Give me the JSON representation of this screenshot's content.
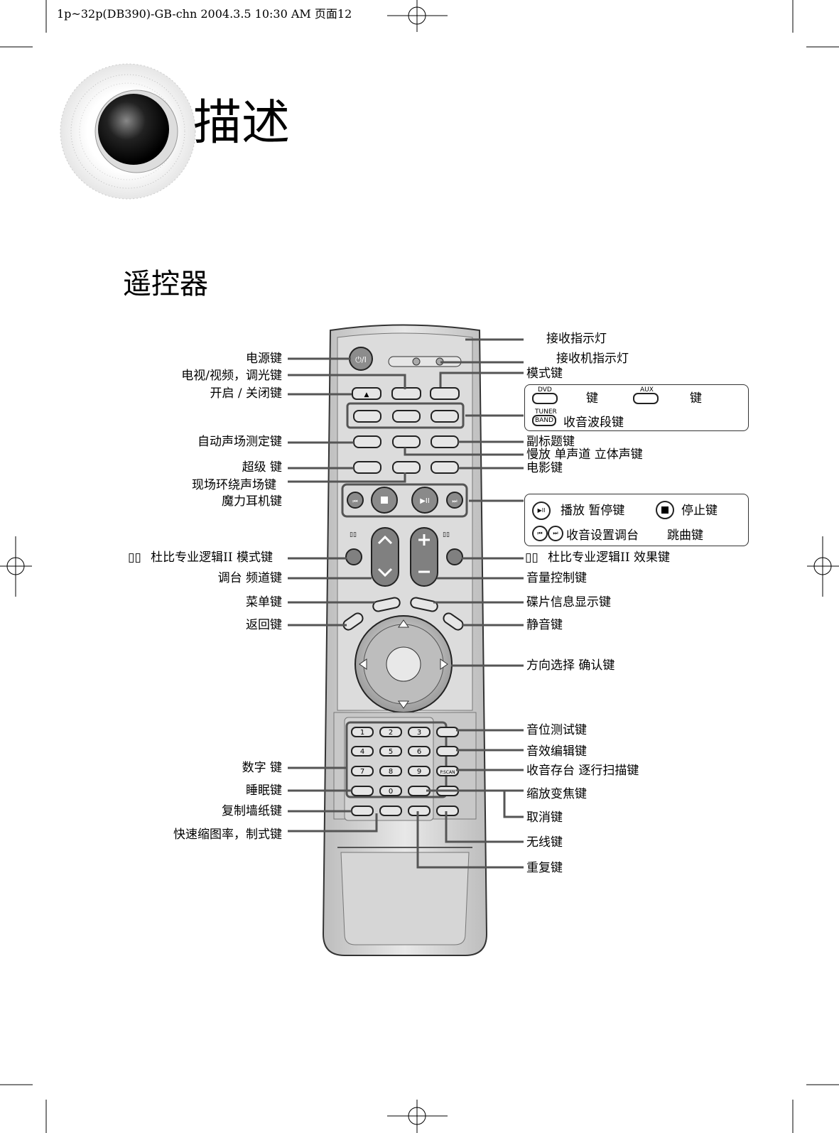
{
  "header": {
    "running_head": "1p~32p(DB390)-GB-chn 2004.3.5 10:30 AM 页面12"
  },
  "page_title": "描述",
  "section_title": "遥控器",
  "remote": {
    "power_key": "⏻/I",
    "dolby_small": "▯▯"
  },
  "labels_left": [
    "电源键",
    "电视/视频，调光键",
    "开启 / 关闭键",
    "自动声场测定键",
    "超级      键",
    "现场环绕声场键",
    "魔力耳机键",
    "杜比专业逻辑II 模式键",
    "调台 频道键",
    "菜单键",
    "返回键",
    "数字      键",
    "睡眠键",
    "复制墙纸键",
    "快速缩图率，制式键"
  ],
  "labels_right": [
    "接收指示灯",
    "接收机指示灯",
    "模式键",
    "副标题键",
    "慢放 单声道 立体声键",
    "电影键",
    "杜比专业逻辑II 效果键",
    "音量控制键",
    "碟片信息显示键",
    "静音键",
    "方向选择 确认键",
    "音位测试键",
    "音效编辑键",
    "收音存台 逐行扫描键",
    "缩放变焦键",
    "取消键",
    "无线键",
    "重复键"
  ],
  "mode_box": {
    "dvd_tag": "DVD",
    "aux_tag": "AUX",
    "key1": "键",
    "key2": "键",
    "tuner_tag": "TUNER",
    "band_tag": "BAND",
    "band_label": "收音波段键"
  },
  "play_box": {
    "play_pause": "播放 暂停键",
    "stop": "停止键",
    "tuning": "收音设置调台",
    "skip": "跳曲键"
  },
  "numpad": {
    "keys": [
      "1",
      "2",
      "3",
      "4",
      "5",
      "6",
      "7",
      "8",
      "9",
      "0"
    ],
    "psc": "P.SCAN"
  }
}
